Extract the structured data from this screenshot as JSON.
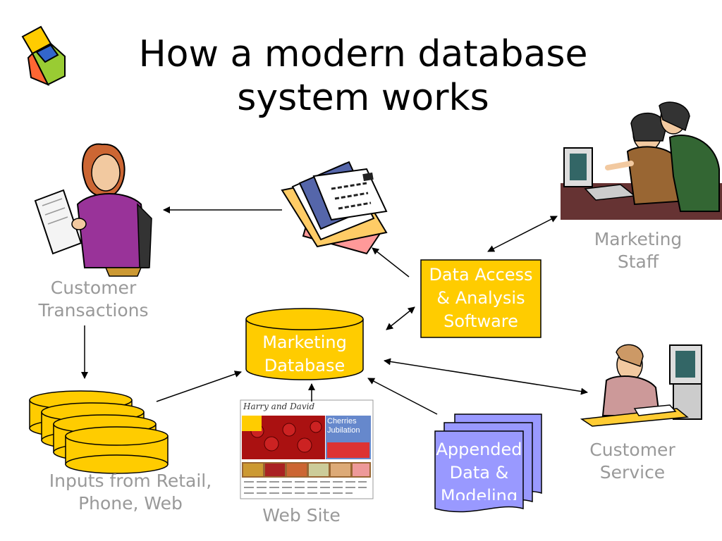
{
  "slide": {
    "title_line1": "How a modern database",
    "title_line2": "system works"
  },
  "nodes": {
    "customer_transactions": {
      "line1": "Customer",
      "line2": "Transactions"
    },
    "inputs": {
      "line1": "Inputs from Retail,",
      "line2": "Phone, Web"
    },
    "web_site": {
      "label": "Web Site"
    },
    "marketing_database": {
      "line1": "Marketing",
      "line2": "Database"
    },
    "data_access": {
      "line1": "Data Access",
      "line2": "& Analysis",
      "line3": "Software"
    },
    "marketing_staff": {
      "line1": "Marketing",
      "line2": "Staff"
    },
    "customer_service": {
      "line1": "Customer",
      "line2": "Service"
    },
    "appended_data": {
      "line1": "Appended",
      "line2": "Data &",
      "line3": "Modeling"
    }
  },
  "website_thumb": {
    "brand": "Harry and David",
    "headline1": "Cherries",
    "headline2": "Jubilation"
  },
  "colors": {
    "database_fill": "#FFCC00",
    "appended_fill": "#9999FF",
    "label_gray": "#999999",
    "title_black": "#000000"
  },
  "icons": [
    "cube-logo-icon",
    "mail-letters-icon"
  ]
}
